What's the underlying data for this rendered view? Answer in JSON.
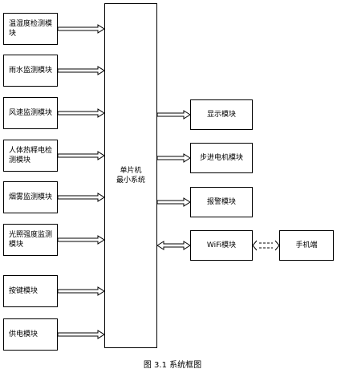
{
  "diagram": {
    "mcu_lines": [
      "单片机",
      "最小系统"
    ],
    "inputs": [
      {
        "label": "温湿度检测模块"
      },
      {
        "label": "雨水监测模块"
      },
      {
        "label": "风速监测模块"
      },
      {
        "label": "人体热释电检测模块"
      },
      {
        "label": "烟雾监测模块"
      },
      {
        "label": "光照强度监测模块"
      },
      {
        "label": "按键模块"
      },
      {
        "label": "供电模块"
      }
    ],
    "outputs": [
      {
        "label": "显示模块"
      },
      {
        "label": "步进电机模块"
      },
      {
        "label": "报警模块"
      },
      {
        "label": "WiFi模块"
      }
    ],
    "remote": {
      "label": "手机端"
    }
  },
  "caption": "图 3.1  系统框图"
}
